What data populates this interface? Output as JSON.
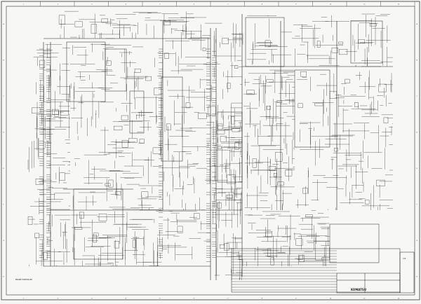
{
  "drawing": {
    "frame_columns": [
      "1",
      "2",
      "3",
      "4",
      "5",
      "6",
      "7",
      "8",
      "9",
      "10",
      "11",
      "12"
    ],
    "frame_rows": [
      "A",
      "B",
      "C",
      "D",
      "E",
      "F",
      "G",
      "H"
    ],
    "left_labels": [
      "ENGINE CONTROLLER"
    ],
    "company": "KOMATSU",
    "sheet_no": "1/1"
  },
  "colors": {
    "ink": "#1e1e1e",
    "paper": "#f7f7f5",
    "grid": "#9a9a9a"
  }
}
